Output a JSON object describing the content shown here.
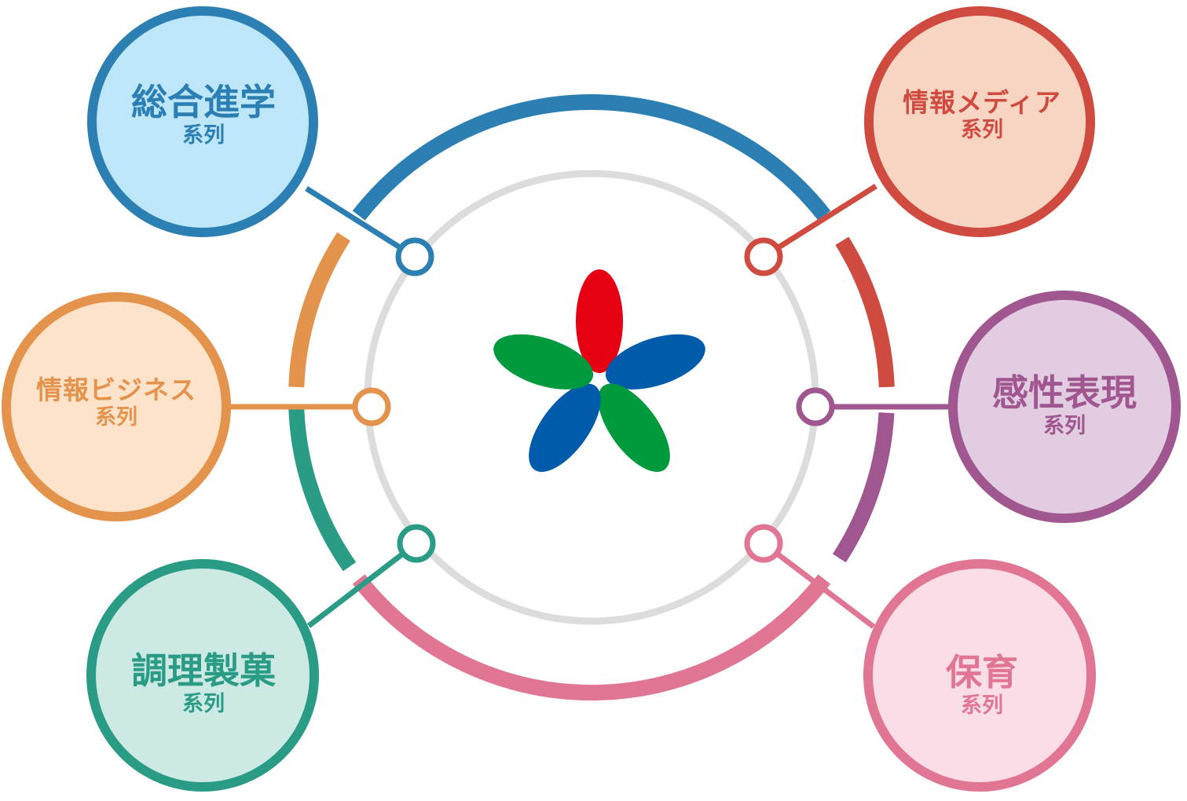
{
  "nodes": [
    {
      "id": "sogo",
      "title": "総合進学",
      "sub": "系列",
      "color": "#2b7fb2",
      "fill": "#bde6f8"
    },
    {
      "id": "jmedia",
      "title": "情報メディア",
      "sub": "系列",
      "color": "#cf4b40",
      "fill": "#f8d5c3"
    },
    {
      "id": "jbiz",
      "title": "情報ビジネス",
      "sub": "系列",
      "color": "#e3934b",
      "fill": "#fde3c9"
    },
    {
      "id": "kansei",
      "title": "感性表現",
      "sub": "系列",
      "color": "#a0568f",
      "fill": "#e2cce1"
    },
    {
      "id": "chori",
      "title": "調理製菓",
      "sub": "系列",
      "color": "#2a9c86",
      "fill": "#cce9e4"
    },
    {
      "id": "hoiku",
      "title": "保育",
      "sub": "系列",
      "color": "#e07594",
      "fill": "#fadde6"
    }
  ],
  "logo": {
    "petal_colors": [
      "#e50012",
      "#005bab",
      "#009a3e",
      "#005bab",
      "#009a3e"
    ]
  },
  "colors": {
    "inner_ring": "#dcdcdc"
  }
}
